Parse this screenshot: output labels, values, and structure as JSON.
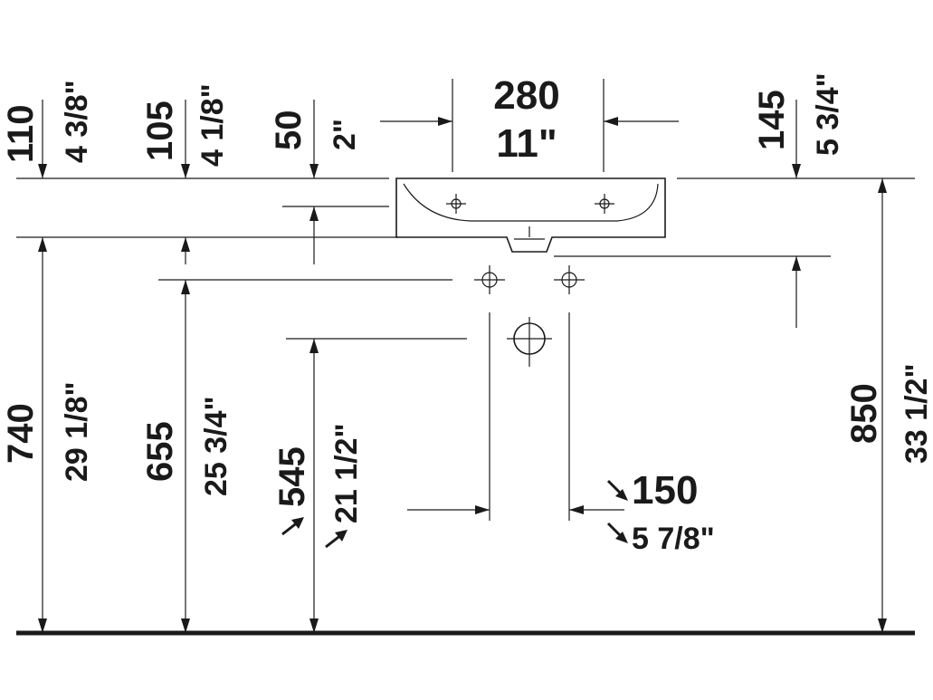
{
  "drawing": {
    "ink_color": "#1a1a1a",
    "background": "#ffffff",
    "dimensions": {
      "top_110_mm": "110",
      "top_110_in": "4 3/8\"",
      "top_105_mm": "105",
      "top_105_in": "4 1/8\"",
      "top_50_mm": "50",
      "top_50_in": "2\"",
      "width_280_mm": "280",
      "width_280_in": "11\"",
      "top_145_mm": "145",
      "top_145_in": "5 3/4\"",
      "height_740_mm": "740",
      "height_740_in": "29 1/8\"",
      "height_655_mm": "655",
      "height_655_in": "25 3/4\"",
      "height_545_mm": "545",
      "height_545_in": "21 1/2\"",
      "spacing_150_mm": "150",
      "spacing_150_in": "5 7/8\"",
      "height_850_mm": "850",
      "height_850_in": "33 1/2\""
    }
  }
}
